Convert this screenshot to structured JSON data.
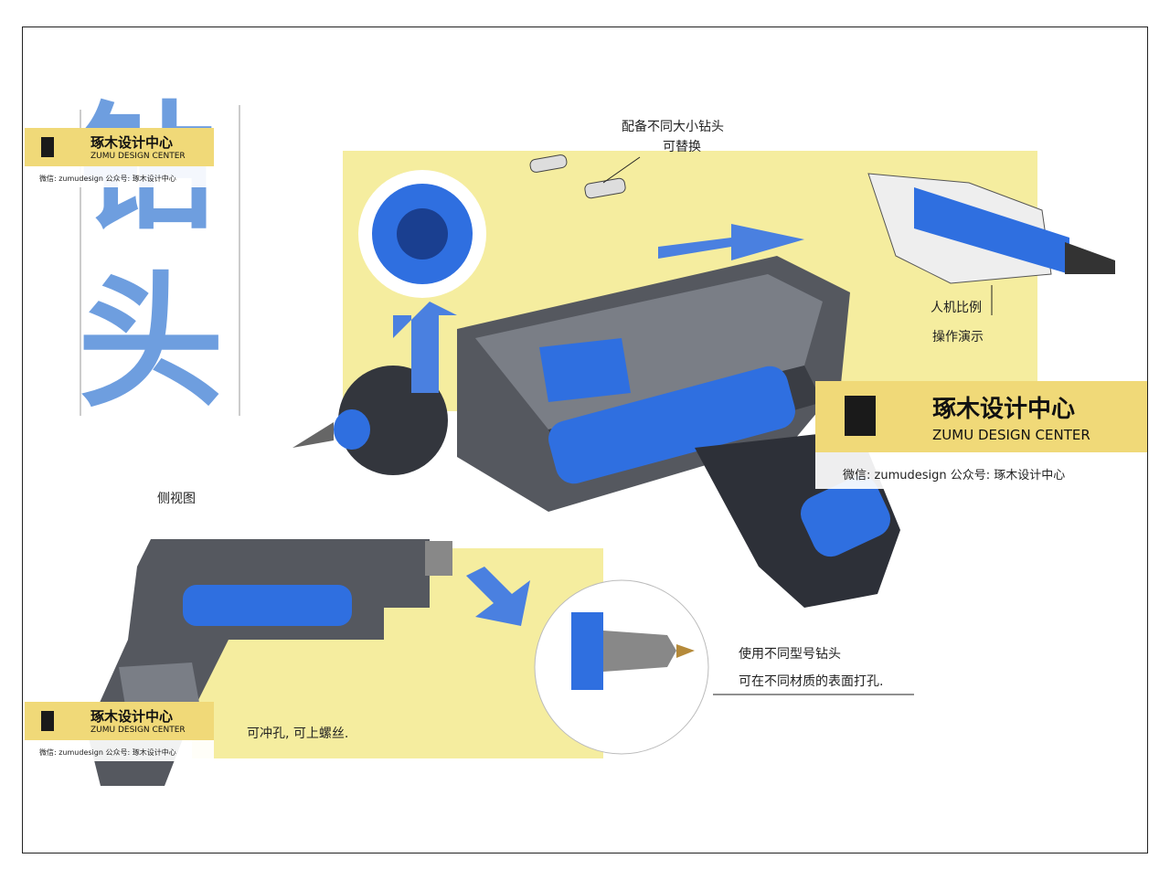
{
  "title_chars": [
    "钻",
    "头"
  ],
  "notes": {
    "bits": "配备不同大小钻头",
    "bits_replace": "可替换",
    "ergonomics": "人机比例",
    "demo": "操作演示",
    "side_view": "侧视图",
    "drill_material": "使用不同型号钻头",
    "drill_surface": "可在不同材质的表面打孔.",
    "functions": "可冲孔, 可上螺丝."
  },
  "watermark": {
    "name": "琢木设计中心",
    "english": "ZUMU DESIGN CENTER",
    "contact": "微信: zumudesign    公众号: 琢木设计中心"
  },
  "colors": {
    "accent_blue": "#2f6fe0",
    "marker_yellow": "#f3ea8e",
    "badge_yellow": "#f0d978",
    "body_gray": "#4b4f58"
  }
}
